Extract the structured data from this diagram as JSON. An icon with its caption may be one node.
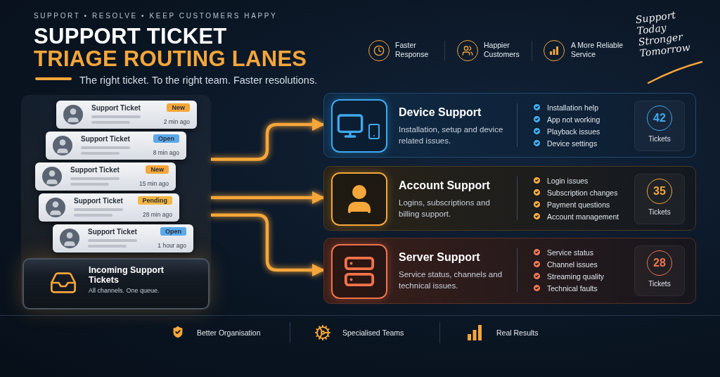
{
  "diagram": {
    "title": "SUPPORT TICKET TRIAGE ROUTING LANES",
    "nodes": [
      {
        "text": [
          "Incoming Support Tickets",
          "All channels. One queue."
        ]
      },
      {
        "text": [
          "Support Ticket",
          "New",
          "2 min ago"
        ],
        "in": 0
      },
      {
        "text": [
          "Support Ticket",
          "Open",
          "8 min ago"
        ],
        "in": 0
      },
      {
        "text": [
          "Support Ticket",
          "New",
          "15 min ago"
        ],
        "in": 0
      },
      {
        "text": [
          "Support Ticket",
          "Pending",
          "28 min ago"
        ],
        "in": 0
      },
      {
        "text": [
          "Support Ticket",
          "Open",
          "1 hour ago"
        ],
        "in": 0
      },
      {
        "text": [
          "Device Support",
          "Installation, setup and device related issues.",
          "Installation help",
          "App not working",
          "Playback issues",
          "Device settings"
        ]
      },
      {
        "text": [
          "42",
          "Tickets"
        ],
        "in": 6
      },
      {
        "text": [
          "Account Support",
          "Logins, subscriptions and billing support.",
          "Login issues",
          "Subscription changes",
          "Payment questions",
          "Account management"
        ]
      },
      {
        "text": [
          "35",
          "Tickets"
        ],
        "in": 8
      },
      {
        "text": [
          "Server Support",
          "Service status, channels and technical issues.",
          "Service status",
          "Channel issues",
          "Streaming quality",
          "Technical faults"
        ]
      },
      {
        "text": [
          "28",
          "Tickets"
        ],
        "in": 10
      }
    ],
    "edges": [
      {
        "from": 0,
        "to": 6,
        "arrow": "to"
      },
      {
        "from": 0,
        "to": 8,
        "arrow": "to"
      },
      {
        "from": 0,
        "to": 10,
        "arrow": "to"
      }
    ],
    "labels": [
      "SUPPORT • RESOLVE • KEEP CUSTOMERS HAPPY",
      "The right ticket. To the right team. Faster resolutions.",
      "Faster Response",
      "Happier Customers",
      "A More Reliable Service",
      "Support Today Stronger Tomorrow",
      "Better Organisation",
      "Specialised Teams",
      "Real Results"
    ]
  }
}
